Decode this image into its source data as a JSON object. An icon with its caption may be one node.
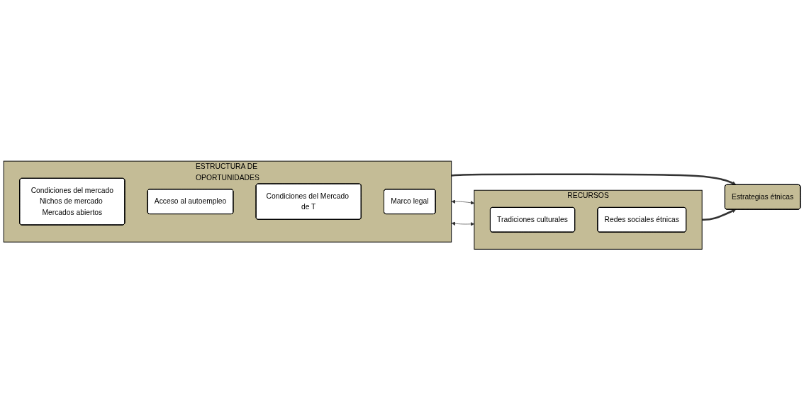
{
  "diagram": {
    "nodes": [
      {
        "text": [
          "ESTRUCTURA DE OPORTUNIDADES"
        ]
      },
      {
        "text": [
          "Condiciones del mercado",
          "Nichos de mercado Mercados abiertos"
        ],
        "in": 0
      },
      {
        "text": [
          "Acceso al autoempleo"
        ],
        "in": 0
      },
      {
        "text": [
          "Condiciones del Mercado de T"
        ],
        "in": 0
      },
      {
        "text": [
          "Marco legal"
        ],
        "in": 0
      },
      {
        "text": [
          "Estrategias étnicas"
        ]
      },
      {
        "text": [
          "RECURSOS"
        ]
      },
      {
        "text": [
          "Tradiciones culturales"
        ],
        "in": 6
      },
      {
        "text": [
          "Redes sociales étnicas"
        ],
        "in": 6
      }
    ],
    "edges": [
      {
        "from": 0,
        "to": 6,
        "arrow": "both"
      },
      {
        "from": 0,
        "to": 5,
        "arrow": "to",
        "style": "thick"
      },
      {
        "from": 6,
        "to": 5,
        "arrow": "to",
        "style": "thick"
      },
      {
        "from": 0,
        "to": 6,
        "arrow": "both"
      }
    ]
  }
}
